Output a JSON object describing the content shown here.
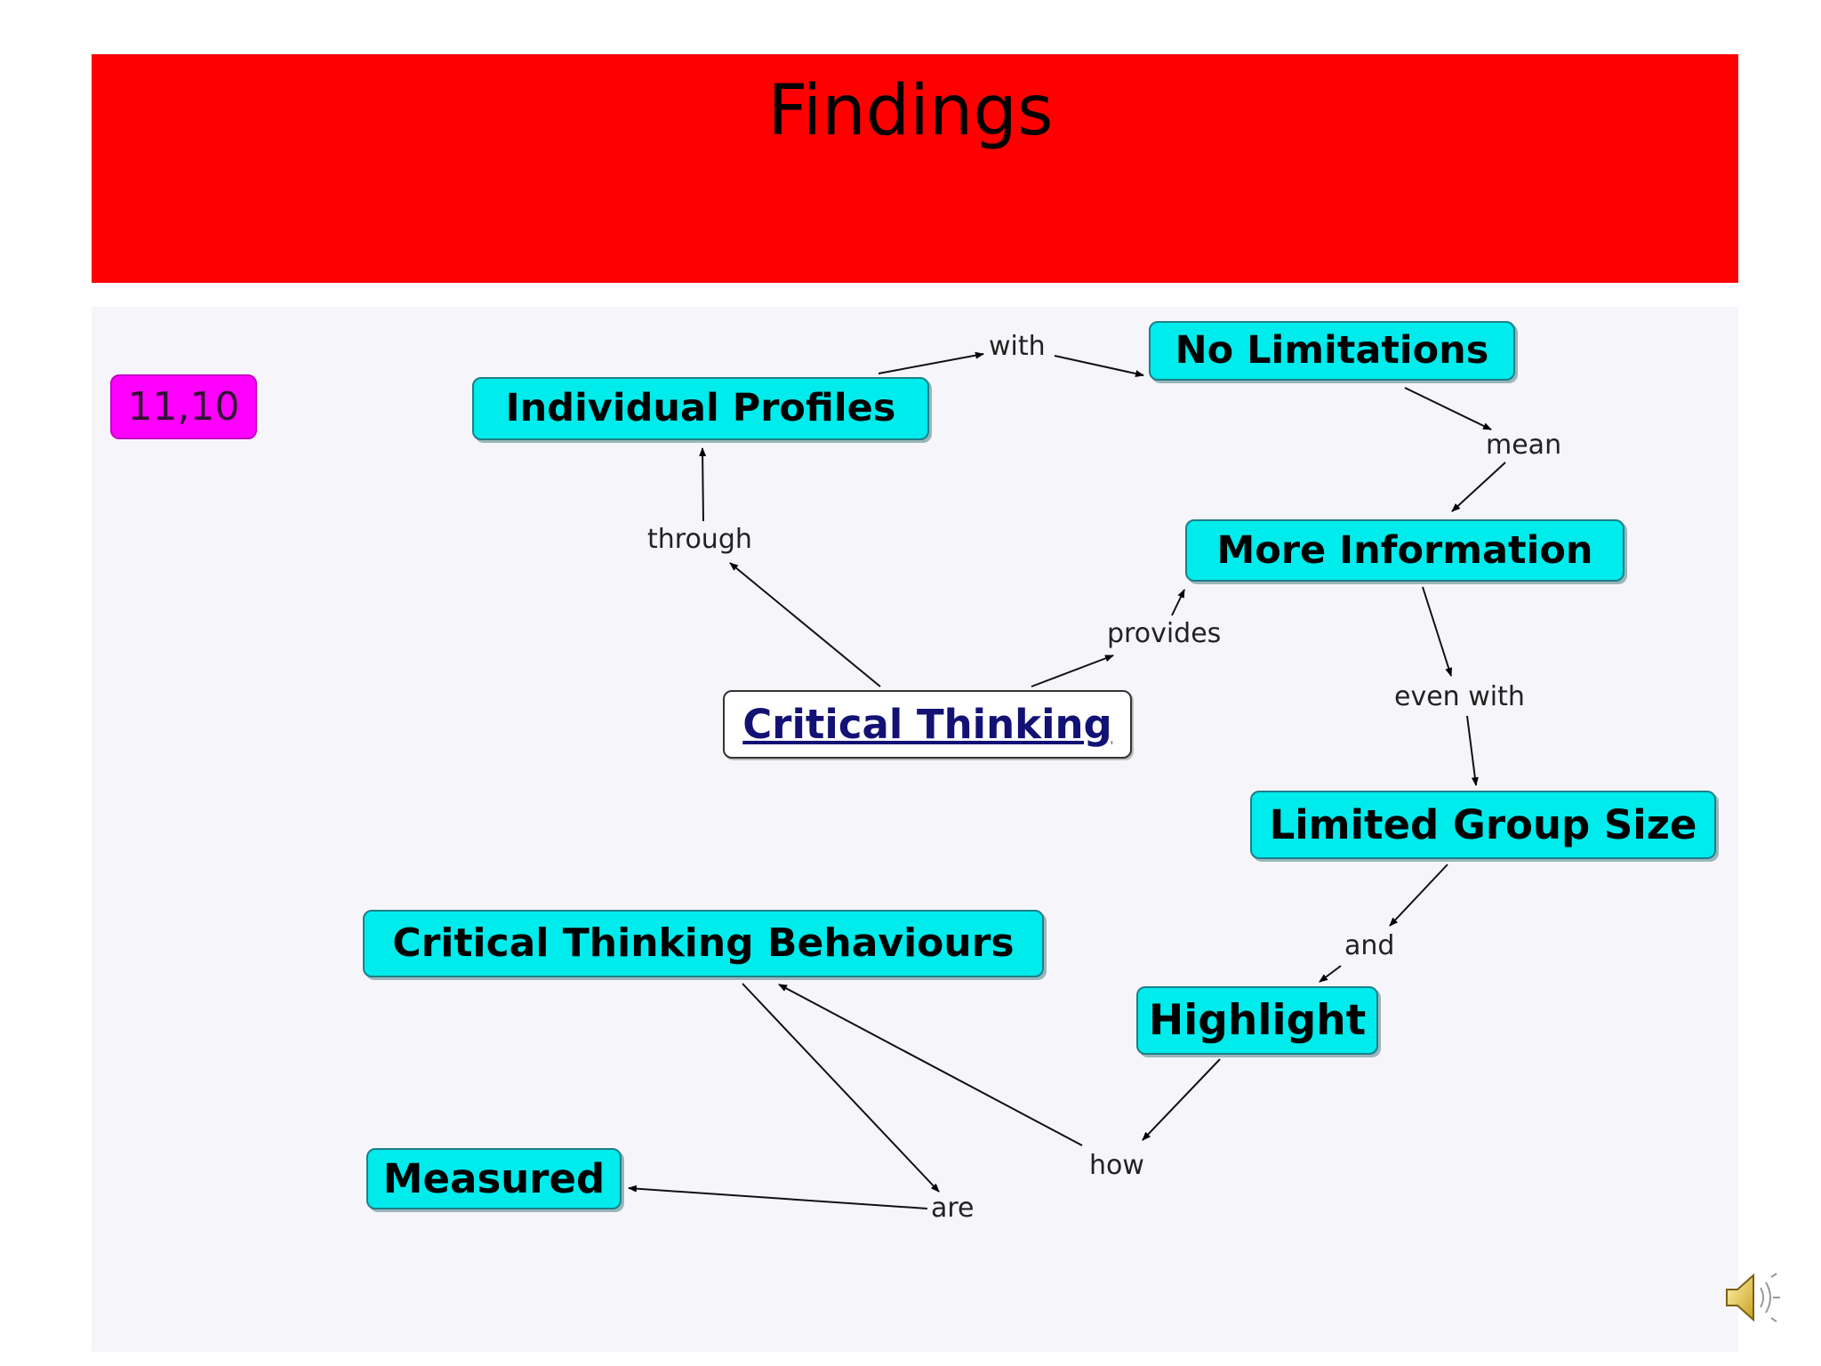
{
  "slide": {
    "title": "Findings",
    "tag": "11,10"
  },
  "colors": {
    "title_bar": "#ff0000",
    "concept_fill": "#00ebeb",
    "concept_border": "#1d7f8a",
    "main_concept_text": "#121275",
    "tag_fill": "#ff00ff"
  },
  "concepts": {
    "individual_profiles": "Individual Profiles",
    "no_limitations": "No Limitations",
    "more_information": "More Information",
    "critical_thinking": "Critical Thinking",
    "limited_group_size": "Limited Group Size",
    "critical_thinking_behaviours": "Critical Thinking Behaviours",
    "highlight": "Highlight",
    "measured": "Measured"
  },
  "links": {
    "with": "with",
    "mean": "mean",
    "through": "through",
    "provides": "provides",
    "even_with": "even with",
    "and": "and",
    "how": "how",
    "are": "are"
  },
  "relations": [
    {
      "from": "critical_thinking",
      "via": "through",
      "to": "individual_profiles"
    },
    {
      "from": "individual_profiles",
      "via": "with",
      "to": "no_limitations"
    },
    {
      "from": "no_limitations",
      "via": "mean",
      "to": "more_information"
    },
    {
      "from": "critical_thinking",
      "via": "provides",
      "to": "more_information"
    },
    {
      "from": "more_information",
      "via": "even_with",
      "to": "limited_group_size"
    },
    {
      "from": "limited_group_size",
      "via": "and",
      "to": "highlight"
    },
    {
      "from": "highlight",
      "via": "how",
      "to": "critical_thinking_behaviours"
    },
    {
      "from": "critical_thinking_behaviours",
      "via": "are",
      "to": "measured"
    }
  ],
  "icons": {
    "speaker": "speaker-icon"
  }
}
